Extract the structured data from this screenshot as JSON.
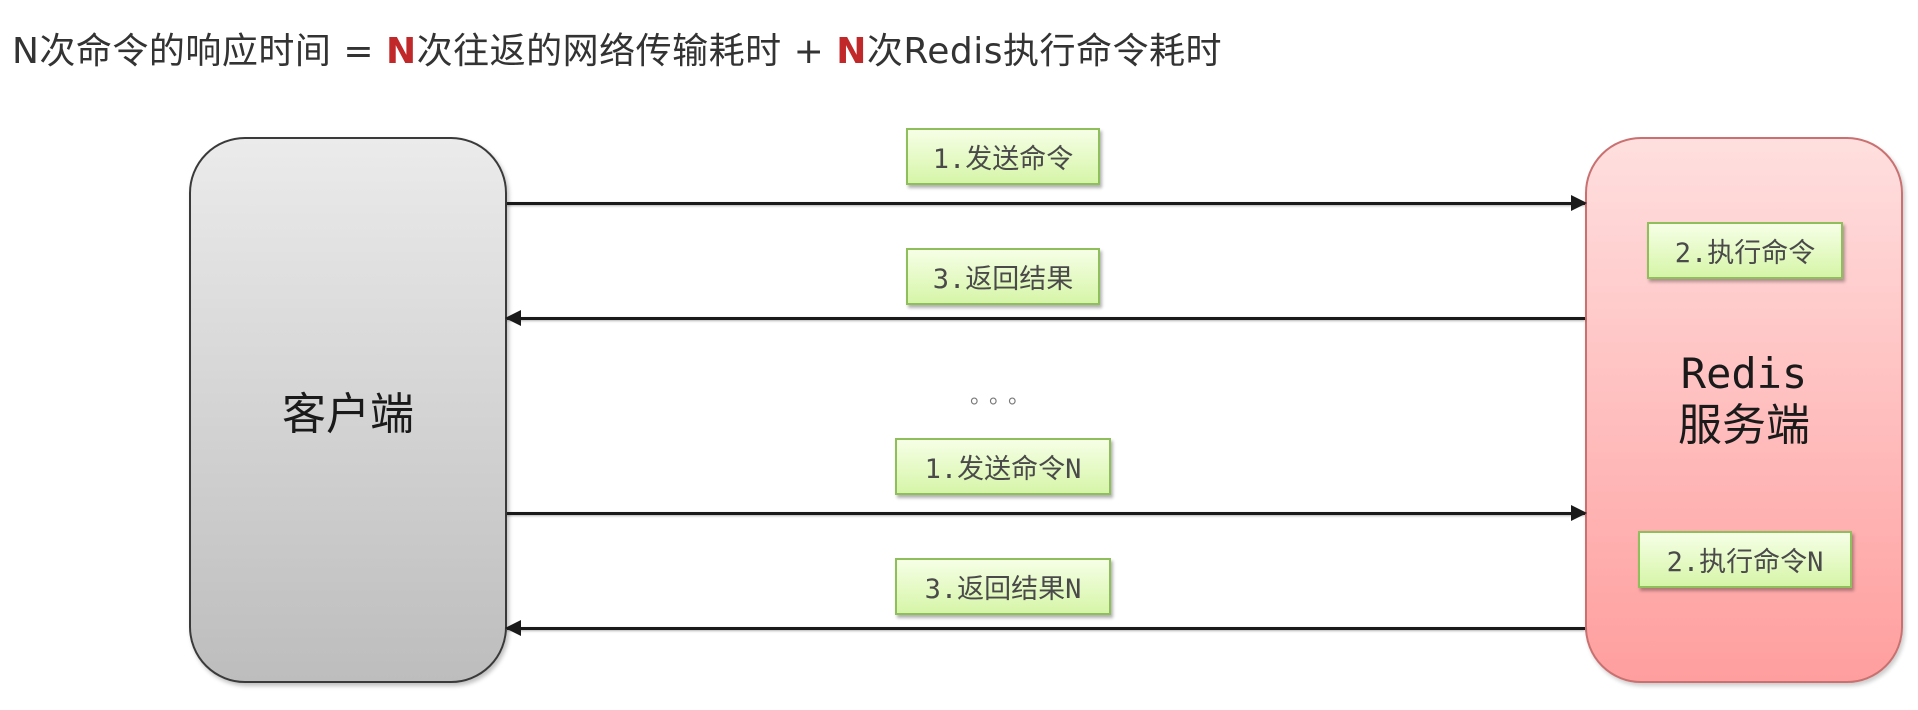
{
  "title": {
    "part1": "N次命令的响应时间 = ",
    "n1": "N",
    "part2": "次往返的网络传输耗时 + ",
    "n2": "N",
    "part3": "次Redis执行命令耗时",
    "highlight_color": "#c0282a"
  },
  "nodes": {
    "client": {
      "label": "客户端"
    },
    "server": {
      "label_line1": "Redis",
      "label_line2": "服务端"
    }
  },
  "steps": {
    "send_1": "1.发送命令",
    "execute_1": "2.执行命令",
    "return_1": "3.返回结果",
    "ellipsis": "。。。",
    "send_n": "1.发送命令N",
    "execute_n": "2.执行命令N",
    "return_n": "3.返回结果N"
  },
  "colors": {
    "client_fill_top": "#ebebeb",
    "client_fill_bottom": "#bdbdbd",
    "server_fill_top": "#ffdfdf",
    "server_fill_bottom": "#ff9e9e",
    "tag_fill": "#e4f9c0",
    "tag_border": "#8fbf5a"
  }
}
